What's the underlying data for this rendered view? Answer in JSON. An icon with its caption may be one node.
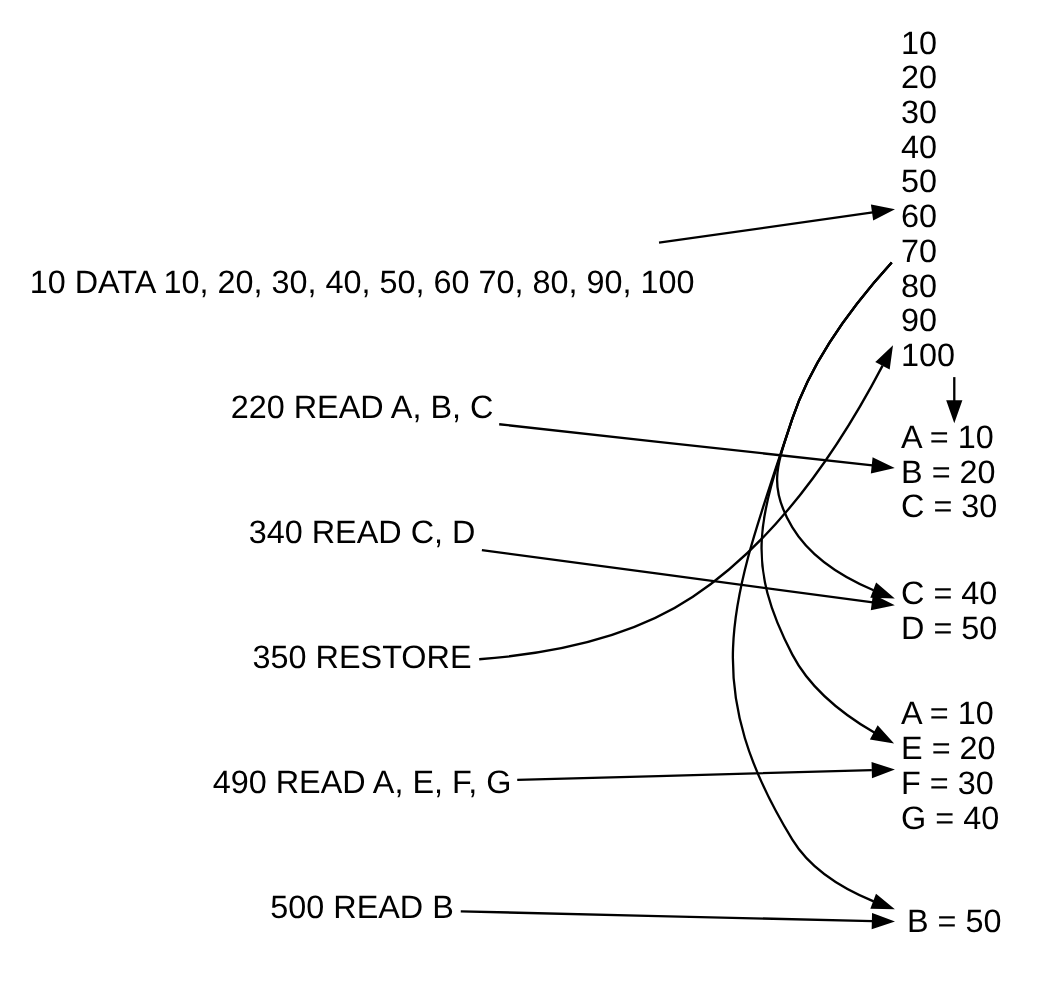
{
  "diagram": {
    "nodes": [
      {
        "text": [
          "10 DATA 10, 20, 30, 40, 50, 60 70, 80, 90, 100"
        ]
      },
      {
        "text": [
          "220 READ A, B, C"
        ]
      },
      {
        "text": [
          "340 READ C, D"
        ]
      },
      {
        "text": [
          "350 RESTORE"
        ]
      },
      {
        "text": [
          "490 READ A, E, F, G"
        ]
      },
      {
        "text": [
          "500 READ B"
        ]
      },
      {
        "text": [
          "A = 10",
          "B = 20",
          "C = 30"
        ]
      },
      {
        "text": [
          "C = 40",
          "D = 50"
        ]
      },
      {
        "text": [
          "A = 10",
          "E = 20",
          "F = 30",
          "G = 40"
        ]
      },
      {
        "text": [
          "B = 50"
        ]
      },
      {
        "text": [
          "10",
          "20",
          "30",
          "40",
          "50",
          "60",
          "70",
          "80",
          "90",
          "100"
        ]
      }
    ],
    "edges": [
      {
        "from": 0,
        "to": 10,
        "arrow": "to"
      },
      {
        "from": 1,
        "to": 6,
        "arrow": "to"
      },
      {
        "from": 10,
        "to": 6,
        "arrow": "to"
      },
      {
        "from": 10,
        "to": 7,
        "arrow": "to"
      },
      {
        "from": 2,
        "to": 7,
        "arrow": "to"
      },
      {
        "from": 3,
        "to": 10,
        "arrow": "to"
      },
      {
        "from": 10,
        "to": 8,
        "arrow": "to"
      },
      {
        "from": 4,
        "to": 8,
        "arrow": "to"
      },
      {
        "from": 10,
        "to": 9,
        "arrow": "to"
      },
      {
        "from": 5,
        "to": 9,
        "arrow": "to"
      }
    ]
  }
}
